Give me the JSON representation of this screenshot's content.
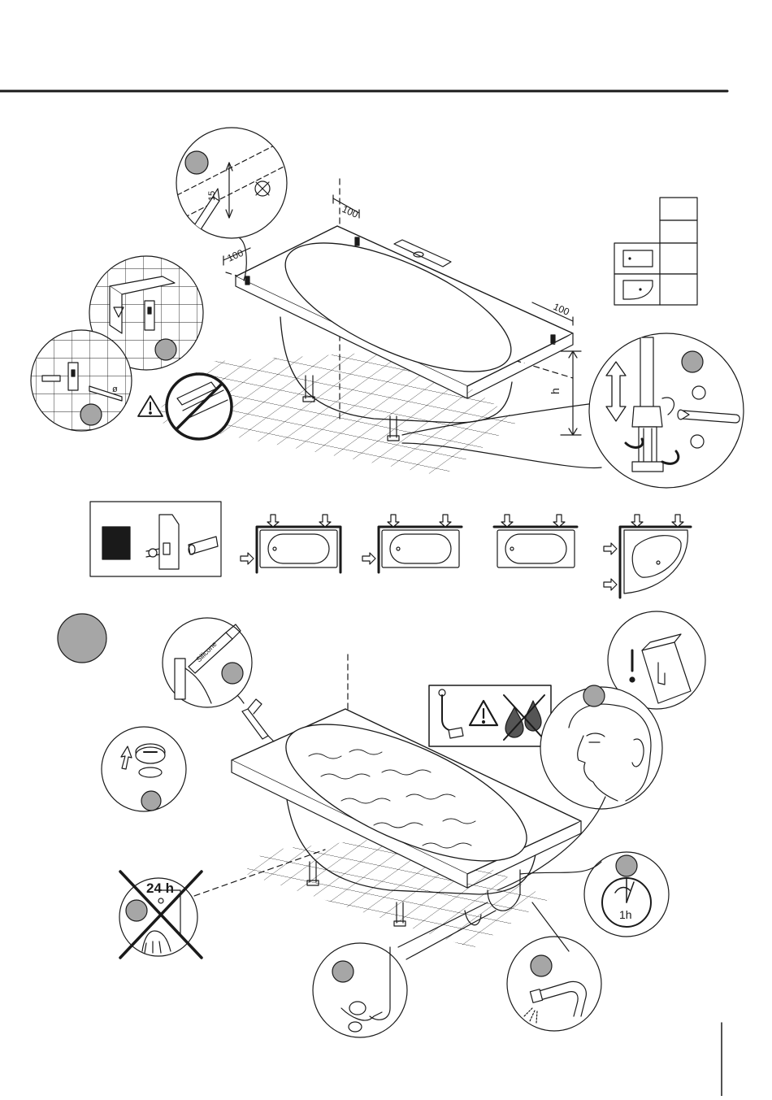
{
  "dimensions": {
    "edge_offset_left": "100",
    "edge_offset_back": "100",
    "edge_offset_right": "100",
    "mark_spacing": "15",
    "height_symbol": "h",
    "drill_symbol": "ø"
  },
  "labels": {
    "cure_time": "24 h",
    "wait_time": "1h",
    "sealant": "Silicone"
  },
  "colors": {
    "line": "#1a1a1a",
    "step_badge": "#a6a6a6",
    "surface_fill": "#000000"
  },
  "icons": [
    "warning-icon",
    "prohibited-icon",
    "clock-icon",
    "water-drop-icon",
    "up-arrow-icon",
    "wrench-icon"
  ]
}
